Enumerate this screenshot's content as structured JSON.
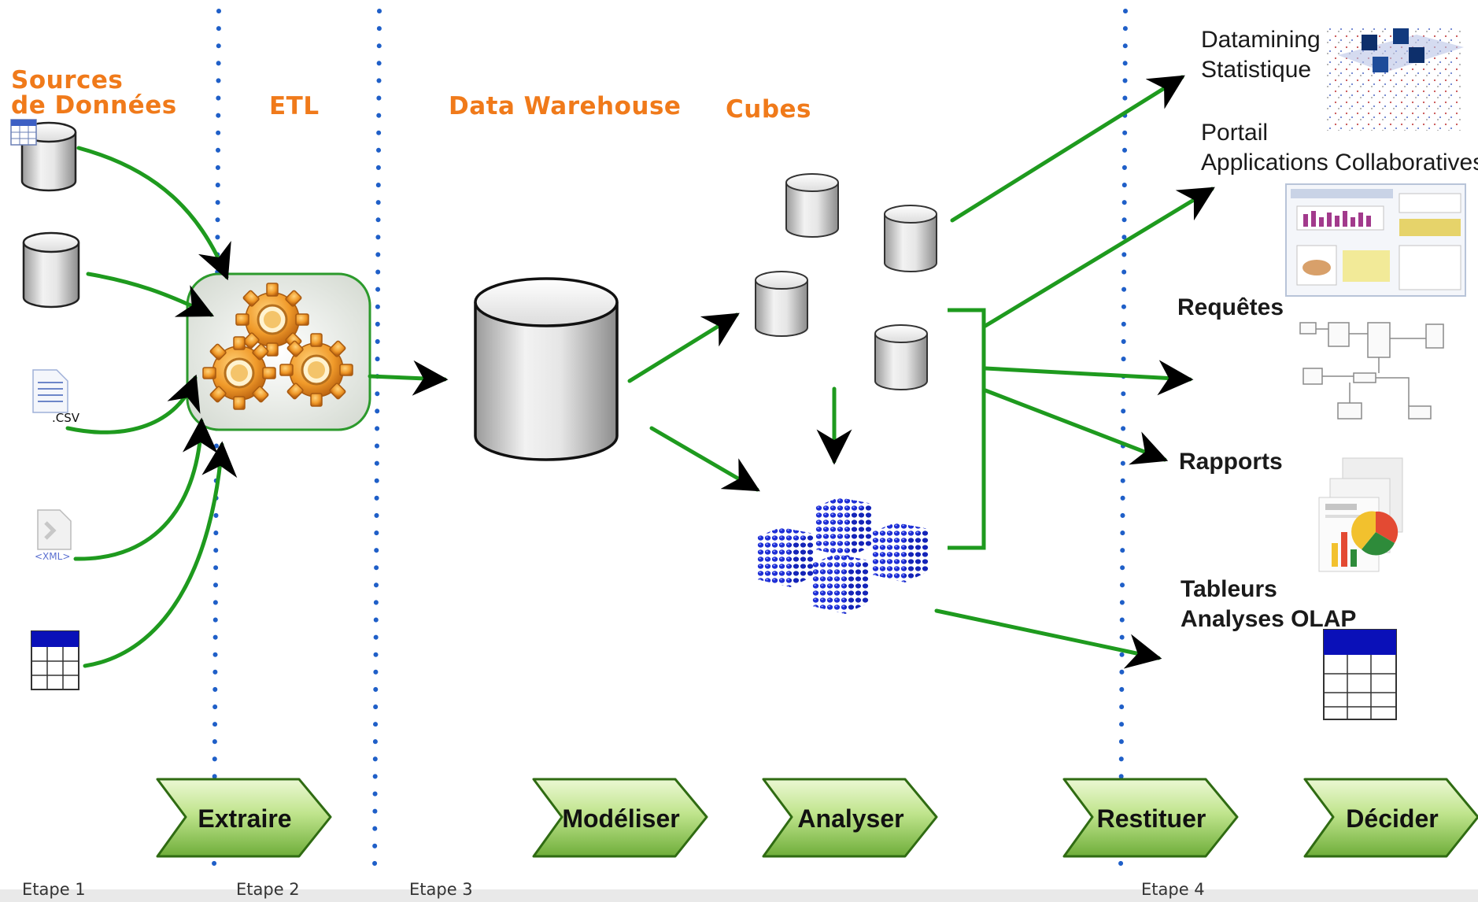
{
  "headers": {
    "sources_line1": "Sources",
    "sources_line2": "de Données",
    "etl": "ETL",
    "data_warehouse": "Data Warehouse",
    "cubes": "Cubes"
  },
  "source_labels": {
    "csv": ".CSV",
    "xml": "<XML>"
  },
  "outputs": {
    "datamining": "Datamining",
    "statistique": "Statistique",
    "portail": "Portail",
    "applications": "Applications Collaboratives",
    "requetes": "Requêtes",
    "rapports": "Rapports",
    "tableurs": "Tableurs",
    "analyses_olap": "Analyses OLAP"
  },
  "process_steps": [
    "Extraire",
    "Modéliser",
    "Analyser",
    "Restituer",
    "Décider"
  ],
  "stage_labels": [
    "Etape 1",
    "Etape 2",
    "Etape 3",
    "Etape 4"
  ],
  "colors": {
    "header_orange": "#f07a1a",
    "arrow_green": "#1e9a1e",
    "dotted_blue": "#1f5fc8",
    "cube_blue": "#1e2fd6",
    "chevron_green_light": "#d9f0b0",
    "chevron_green_dark": "#2f6b12",
    "gear_orange": "#e8871e",
    "table_header_blue": "#0a10b8"
  },
  "icons": [
    "database-icon",
    "gears-icon",
    "olap-cube-icon",
    "table-icon",
    "chart-icon",
    "document-icon",
    "arrow-icon",
    "chevron-icon"
  ]
}
